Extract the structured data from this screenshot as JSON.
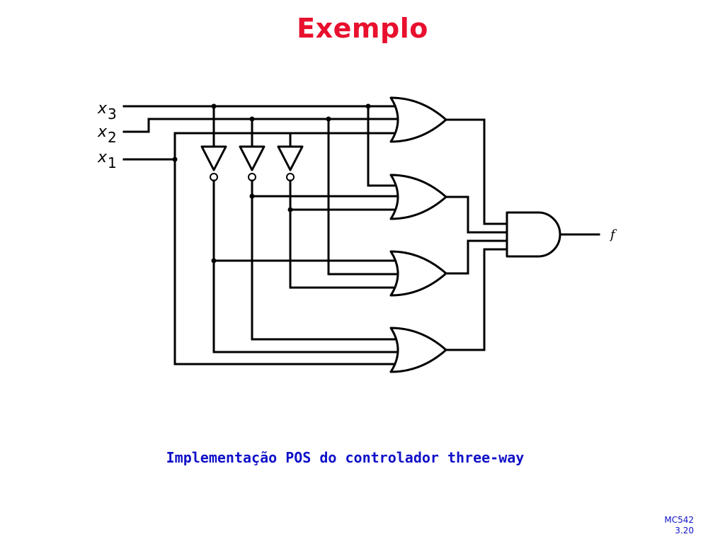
{
  "slide": {
    "title": "Exemplo",
    "caption": "Implementação POS do controlador three-way",
    "footer_line1": "MC542",
    "footer_line2": "3.20"
  },
  "diagram": {
    "inputs": [
      {
        "var": "x",
        "sub": "3"
      },
      {
        "var": "x",
        "sub": "2"
      },
      {
        "var": "x",
        "sub": "1"
      }
    ],
    "output": "f",
    "gates": [
      "NOT",
      "NOT",
      "NOT",
      "OR",
      "OR",
      "OR",
      "OR",
      "AND"
    ]
  },
  "colors": {
    "title": "#e8102e",
    "caption": "#1010c8",
    "lines": "#000000"
  }
}
